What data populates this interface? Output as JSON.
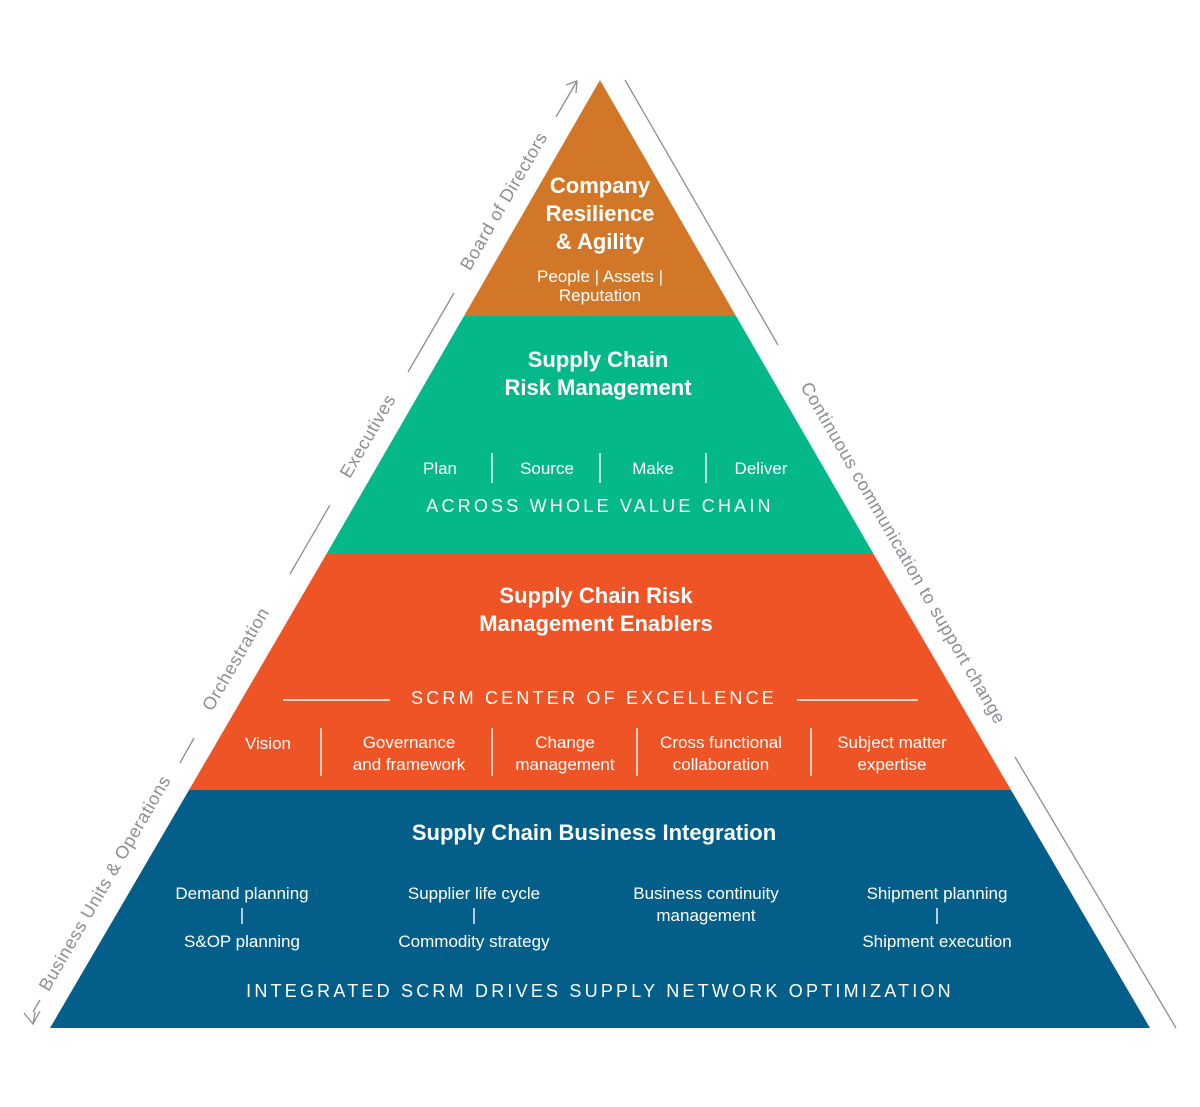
{
  "colors": {
    "tier1": "#d27727",
    "tier2": "#05b88a",
    "tier3": "#ee5425",
    "tier4": "#035f89",
    "side_text": "#8a8f97"
  },
  "tier1": {
    "title_lines": [
      "Company",
      "Resilience",
      "& Agility"
    ],
    "sub_lines": [
      "People | Assets |",
      "Reputation"
    ]
  },
  "tier2": {
    "title_lines": [
      "Supply Chain",
      "Risk Management"
    ],
    "items": [
      "Plan",
      "Source",
      "Make",
      "Deliver"
    ],
    "caption": "ACROSS WHOLE VALUE CHAIN"
  },
  "tier3": {
    "title_lines": [
      "Supply Chain Risk",
      "Management Enablers"
    ],
    "coe_label": "SCRM CENTER OF EXCELLENCE",
    "items": [
      {
        "lines": [
          "Vision"
        ]
      },
      {
        "lines": [
          "Governance",
          "and framework"
        ]
      },
      {
        "lines": [
          "Change",
          "management"
        ]
      },
      {
        "lines": [
          "Cross functional",
          "collaboration"
        ]
      },
      {
        "lines": [
          "Subject matter",
          "expertise"
        ]
      }
    ]
  },
  "tier4": {
    "title": "Supply Chain Business Integration",
    "columns": [
      {
        "top": "Demand planning",
        "bottom": "S&OP planning"
      },
      {
        "top": "Supplier life cycle",
        "bottom": "Commodity strategy"
      },
      {
        "top_lines": [
          "Business continuity",
          "management"
        ]
      },
      {
        "top": "Shipment planning",
        "bottom": "Shipment execution"
      }
    ],
    "caption": "INTEGRATED SCRM DRIVES SUPPLY NETWORK OPTIMIZATION"
  },
  "left_axis": {
    "labels": [
      "Business Units & Operations",
      "Orchestration",
      "Executives",
      "Board of Directors"
    ]
  },
  "right_axis": {
    "label": "Continuous communication to support change"
  }
}
